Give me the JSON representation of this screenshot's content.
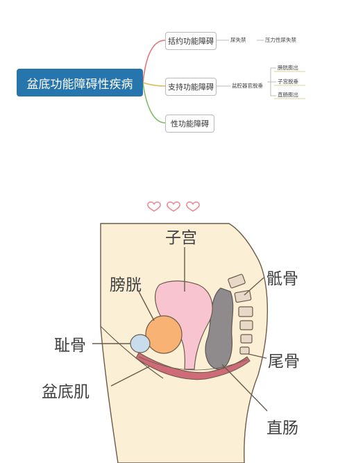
{
  "mindmap": {
    "root": "盆底功能障碍性疾病",
    "branches": [
      {
        "label": "括约功能障碍",
        "color": "#e57373",
        "leaves": [
          "尿失禁",
          "压力性尿失禁"
        ]
      },
      {
        "label": "支持功能障碍",
        "color": "#e0b84c",
        "mid": "盆腔器官脱垂",
        "leaves": [
          "膀胱膨出",
          "子宫脱垂",
          "直肠膨出"
        ]
      },
      {
        "label": "性功能障碍",
        "color": "#7cbf6a",
        "leaves": []
      }
    ]
  },
  "anatomy": {
    "labels": {
      "uterus": "子宫",
      "bladder": "膀胱",
      "sacrum": "骶骨",
      "pubis": "耻骨",
      "coccyx": "尾骨",
      "pelvic_floor": "盆底肌",
      "rectum": "直肠"
    },
    "colors": {
      "skin": "#fbefd6",
      "uterus": "#f7c4cf",
      "bladder": "#f8b274",
      "pubis": "#c9dcee",
      "muscle": "#cf6b78",
      "rectum": "#8f8b8c",
      "bone": "#e8d8c8"
    }
  }
}
